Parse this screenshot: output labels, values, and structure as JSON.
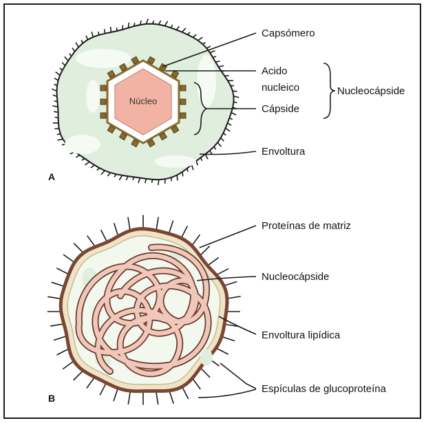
{
  "panel_a": {
    "letter": "A",
    "core_label": "Núcleo",
    "labels": {
      "capsomero": "Capsómero",
      "acido_line1": "Acido",
      "acido_line2": "nucleico",
      "capside": "Cápside",
      "nucleocapside": "Nucleocápside",
      "envoltura": "Envoltura"
    }
  },
  "panel_b": {
    "letter": "B",
    "labels": {
      "proteinas": "Proteínas de matriz",
      "nucleocapside": "Nucleocápside",
      "envoltura_lipidica": "Envoltura lipídica",
      "espiculas": "Espículas de glucoproteína"
    }
  },
  "colors": {
    "envelope_fill": "#dfeedd",
    "core_fill": "#f2b3a4",
    "capsomere": "#8a6a2c",
    "membrane": "#7a4632",
    "tube": "#e9bfb3"
  }
}
